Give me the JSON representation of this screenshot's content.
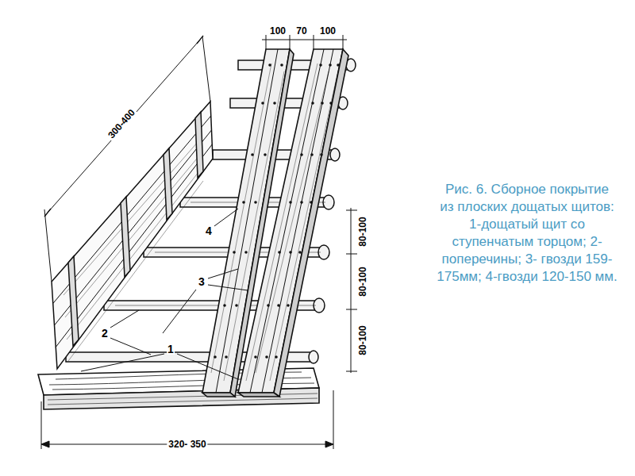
{
  "diagram": {
    "caption": "Рис. 6. Сборное покрытие из плоских дощатых щитов: 1-дощатый щит со ступенчатым торцом; 2- поперечины; 3- гвозди 159-175мм; 4-гвозди 120-150 мм.",
    "labels": [
      "100",
      "70",
      "100",
      "300-400",
      "80-100",
      "80-100",
      "80-100",
      "4",
      "3",
      "2",
      "1",
      "320- 350"
    ]
  }
}
